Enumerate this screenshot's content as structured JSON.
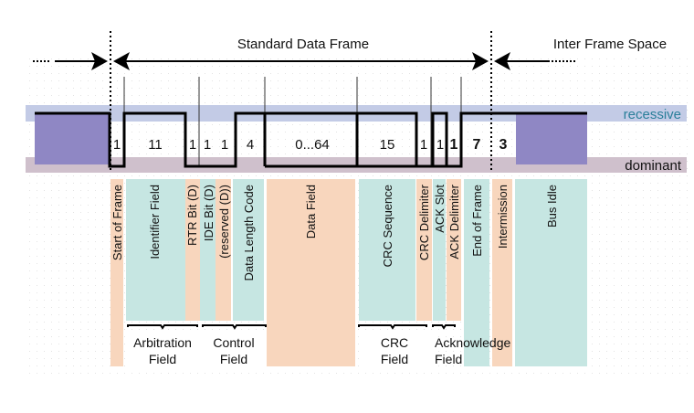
{
  "header": {
    "standard_frame_label": "Standard Data Frame",
    "ifs_label": "Inter Frame Space"
  },
  "levels": {
    "recessive": "recessive",
    "dominant": "dominant"
  },
  "colors": {
    "recessive_band": "#c3cbe6",
    "dominant_band": "#cfc0cc",
    "bus_block": "#8f87c4",
    "teal_field": "#c6e6e2",
    "orange_field": "#f8d6bd",
    "recessive_text": "#2a7f9a",
    "signal": "#000000"
  },
  "bits": [
    {
      "label": "1",
      "bold": false
    },
    {
      "label": "11",
      "bold": false
    },
    {
      "label": "1",
      "bold": false
    },
    {
      "label": "1",
      "bold": false
    },
    {
      "label": "1",
      "bold": false
    },
    {
      "label": "4",
      "bold": false
    },
    {
      "label": "0...64",
      "bold": false
    },
    {
      "label": "15",
      "bold": false
    },
    {
      "label": "1",
      "bold": false
    },
    {
      "label": "1",
      "bold": false
    },
    {
      "label": "1",
      "bold": true
    },
    {
      "label": "7",
      "bold": true
    },
    {
      "label": "3",
      "bold": true
    }
  ],
  "fields": [
    {
      "label": "Start of Frame",
      "color": "orange"
    },
    {
      "label": "Identifier Field",
      "color": "teal"
    },
    {
      "label": "RTR Bit (D)",
      "color": "orange"
    },
    {
      "label": "IDE Bit (D)",
      "color": "teal"
    },
    {
      "label": "(reserved (D))",
      "color": "orange"
    },
    {
      "label": "Data Length Code",
      "color": "teal"
    },
    {
      "label": "Data Field",
      "color": "orange"
    },
    {
      "label": "CRC Sequence",
      "color": "teal"
    },
    {
      "label": "CRC Delimiter",
      "color": "orange"
    },
    {
      "label": "ACK Slot",
      "color": "teal"
    },
    {
      "label": "ACK Delimiter",
      "color": "orange"
    },
    {
      "label": "End of Frame",
      "color": "teal"
    },
    {
      "label": "Intermission",
      "color": "orange"
    },
    {
      "label": "Bus Idle",
      "color": "teal"
    }
  ],
  "groups": [
    {
      "line1": "Arbitration",
      "line2": "Field"
    },
    {
      "line1": "Control",
      "line2": "Field"
    },
    {
      "line1": "CRC",
      "line2": "Field"
    },
    {
      "line1": "Acknowledge",
      "line2": "Field"
    }
  ]
}
